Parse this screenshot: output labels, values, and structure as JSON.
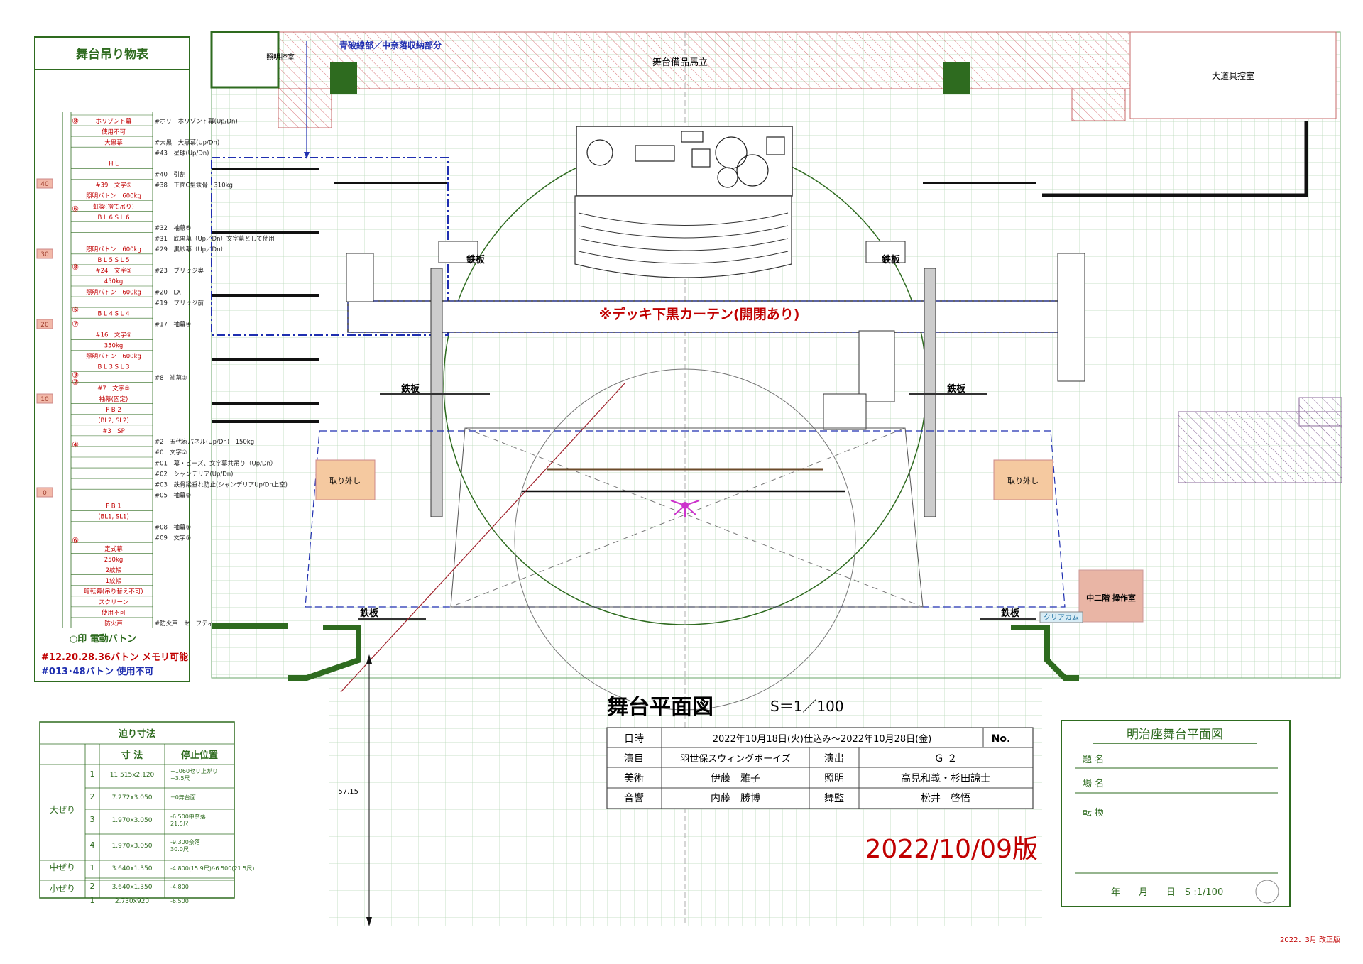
{
  "drawing": {
    "title": "舞台平面図",
    "scale": "S＝1／100",
    "revision": "2022/10/09版",
    "revision_note": "2022．3月 改正版",
    "notice": "※デッキ下黒カーテン(開閉あり)"
  },
  "rooms": {
    "lighting_control": "照明控室",
    "prop_stand": "舞台備品馬立",
    "big_props_control": "大道具控室",
    "blue_section": "青破線部／中奈落収納部分",
    "mezzanine_op": "中二階 操作室",
    "clearcom": "クリアカム",
    "iron_plate": "鉄板",
    "removable": "取り外し",
    "dimension_vertical": "57.15"
  },
  "hanging_list": {
    "title": "舞台吊り物表",
    "legend_motor": "○印 電動バトン",
    "note_memory": "#12.20.28.36バトン メモリ可能",
    "note_unusable": "#013･48バトン 使用不可",
    "rows": [
      {
        "left": "ホリゾント幕",
        "right": "#ホリ　ホリゾント幕(Up/Dn)"
      },
      {
        "left": "使用不可",
        "right": ""
      },
      {
        "left": "大黒幕",
        "right": "#大黒　大黒幕(Up/Dn)"
      },
      {
        "left": "",
        "right": "#43　星球(Up/Dn)"
      },
      {
        "left": "H L",
        "right": ""
      },
      {
        "left": "",
        "right": "#40　引割"
      },
      {
        "left": "#39　文字⑥",
        "right": "#38　正面C型鉄骨　310kg"
      },
      {
        "left": "照明バトン　600kg",
        "right": ""
      },
      {
        "left": "虹梁(捨て吊り)",
        "right": ""
      },
      {
        "left": "B L 6 S L 6",
        "right": ""
      },
      {
        "left": "",
        "right": "#32　袖幕⑤"
      },
      {
        "left": "",
        "right": "#31　底黒幕（Up／Dn）文字幕として使用"
      },
      {
        "left": "照明バトン　600kg",
        "right": "#29　黒紗幕（Up／Dn）"
      },
      {
        "left": "B L 5 S L 5",
        "right": ""
      },
      {
        "left": "#24　文字⑤",
        "right": "#23　ブリッジ奥"
      },
      {
        "left": "450kg",
        "right": ""
      },
      {
        "left": "照明バトン　600kg",
        "right": "#20　LX"
      },
      {
        "left": "",
        "right": "#19　ブリッジ前"
      },
      {
        "left": "B L 4 S L 4",
        "right": ""
      },
      {
        "left": "",
        "right": "#17　袖幕④"
      },
      {
        "left": "#16　文字④",
        "right": ""
      },
      {
        "left": "350kg",
        "right": ""
      },
      {
        "left": "照明バトン　600kg",
        "right": ""
      },
      {
        "left": "B L 3 S L 3",
        "right": ""
      },
      {
        "left": "",
        "right": "#8　袖幕③"
      },
      {
        "left": "#7　文字③",
        "right": ""
      },
      {
        "left": "袖幕(固定)",
        "right": ""
      },
      {
        "left": "F B 2",
        "right": ""
      },
      {
        "left": "(BL2, SL2)",
        "right": ""
      },
      {
        "left": "#3　SP",
        "right": ""
      },
      {
        "left": "",
        "right": "#2　五代家パネル(Up/Dn)　150kg"
      },
      {
        "left": "",
        "right": "#0　文字②"
      },
      {
        "left": "",
        "right": "#01　幕・ビーズ、文字幕共吊り（Up/Dn）"
      },
      {
        "left": "",
        "right": "#02　シャンデリア(Up/Dn)"
      },
      {
        "left": "",
        "right": "#03　鉄骨梁垂れ防止(シャンデリアUp/Dn上空)"
      },
      {
        "left": "",
        "right": "#05　袖幕②"
      },
      {
        "left": "F B 1",
        "right": ""
      },
      {
        "left": "(BL1, SL1)",
        "right": ""
      },
      {
        "left": "",
        "right": "#08　袖幕①"
      },
      {
        "left": "",
        "right": "#09　文字①"
      },
      {
        "left": "定式幕",
        "right": ""
      },
      {
        "left": "250kg",
        "right": ""
      },
      {
        "left": "2紋帳",
        "right": ""
      },
      {
        "left": "1紋帳",
        "right": ""
      },
      {
        "left": "暗転幕(吊り替え不可)",
        "right": ""
      },
      {
        "left": "スクリーン",
        "right": ""
      },
      {
        "left": "使用不可",
        "right": ""
      },
      {
        "left": "防火戸",
        "right": "#防火戸　セーフティー"
      }
    ],
    "side_numbers": [
      "40",
      "30",
      "20",
      "10",
      "0"
    ],
    "circled": [
      "⑧",
      "⑥",
      "⑧",
      "⑤",
      "⑦",
      "③",
      "②",
      "④",
      "⑥"
    ]
  },
  "lift_table": {
    "title": "迫り寸法",
    "col_size": "寸 法",
    "col_stop": "停止位置",
    "groups": [
      {
        "name": "大ぜり",
        "rows": [
          {
            "no": "1",
            "size": "11.515x2.120",
            "stop": "+1060セリ上がり\n+3.5尺"
          },
          {
            "no": "2",
            "size": "7.272x3.050",
            "stop": "±0舞台面"
          },
          {
            "no": "3",
            "size": "1.970x3.050",
            "stop": "-6.500中奈落\n21.5尺"
          },
          {
            "no": "4",
            "size": "1.970x3.050",
            "stop": "-9.300奈落\n30.0尺"
          }
        ]
      },
      {
        "name": "中ぜり",
        "rows": [
          {
            "no": "1",
            "size": "3.640x1.350",
            "stop": "-4.800(15.9尺)/-6.500(21.5尺)"
          },
          {
            "no": "2",
            "size": "3.640x1.350",
            "stop": "-4.800"
          }
        ]
      },
      {
        "name": "小ぜり",
        "rows": [
          {
            "no": "1",
            "size": "2.730x920",
            "stop": "-6.500"
          }
        ]
      }
    ]
  },
  "info_table": {
    "date_label": "日時",
    "date_value": "2022年10月18日(火)仕込み～2022年10月28日(金)",
    "no_label": "No.",
    "program_label": "演目",
    "program_value": "羽世保スウィングボーイズ",
    "director_label": "演出",
    "director_value": "Ｇ ２",
    "art_label": "美術",
    "art_value": "伊藤　雅子",
    "lighting_label": "照明",
    "lighting_value": "高見和義・杉田諒士",
    "sound_label": "音響",
    "sound_value": "内藤　勝博",
    "stage_mgr_label": "舞監",
    "stage_mgr_value": "松井　啓悟"
  },
  "title_block": {
    "title": "明治座舞台平面図",
    "name_label": "題 名",
    "place_label": "場 名",
    "change_label": "転 換",
    "date_line": "年　　月　　日　S :1/100"
  },
  "colors": {
    "green": "#2e6b1f",
    "grid": "#9cc59c",
    "red": "#c00000",
    "blue": "#1f2fb0",
    "salmon": "#f2b8a8",
    "peach": "#f5c9a0"
  }
}
